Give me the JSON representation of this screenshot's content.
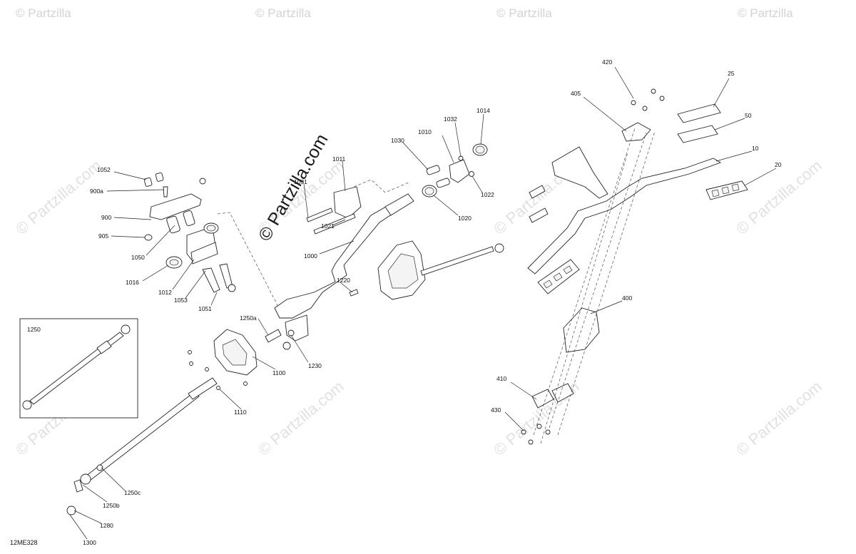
{
  "diagram": {
    "code": "12ME328",
    "inset_label": "1250",
    "watermark": {
      "main": "© Partzilla.com",
      "corner": "© Partzilla",
      "diagonal": "© Partzilla.com"
    },
    "callouts": {
      "c1052": "1052",
      "c900a": "900a",
      "c900": "900",
      "c905": "905",
      "c1050": "1050",
      "c1016": "1016",
      "c1012": "1012",
      "c1053": "1053",
      "c1051": "1051",
      "c1031": "1031",
      "c1011": "1011",
      "c1021": "1021",
      "c1000": "1000",
      "c1030": "1030",
      "c1010": "1010",
      "c1032": "1032",
      "c1014": "1014",
      "c1022": "1022",
      "c1020": "1020",
      "c1220": "1220",
      "c1250a": "1250a",
      "c1230": "1230",
      "c1100": "1100",
      "c1110": "1110",
      "c1250c": "1250c",
      "c1250b": "1250b",
      "c1280": "1280",
      "c1300": "1300",
      "c420": "420",
      "c405": "405",
      "c25": "25",
      "c50": "50",
      "c10": "10",
      "c20": "20",
      "c400": "400",
      "c410": "410",
      "c430": "430"
    }
  }
}
